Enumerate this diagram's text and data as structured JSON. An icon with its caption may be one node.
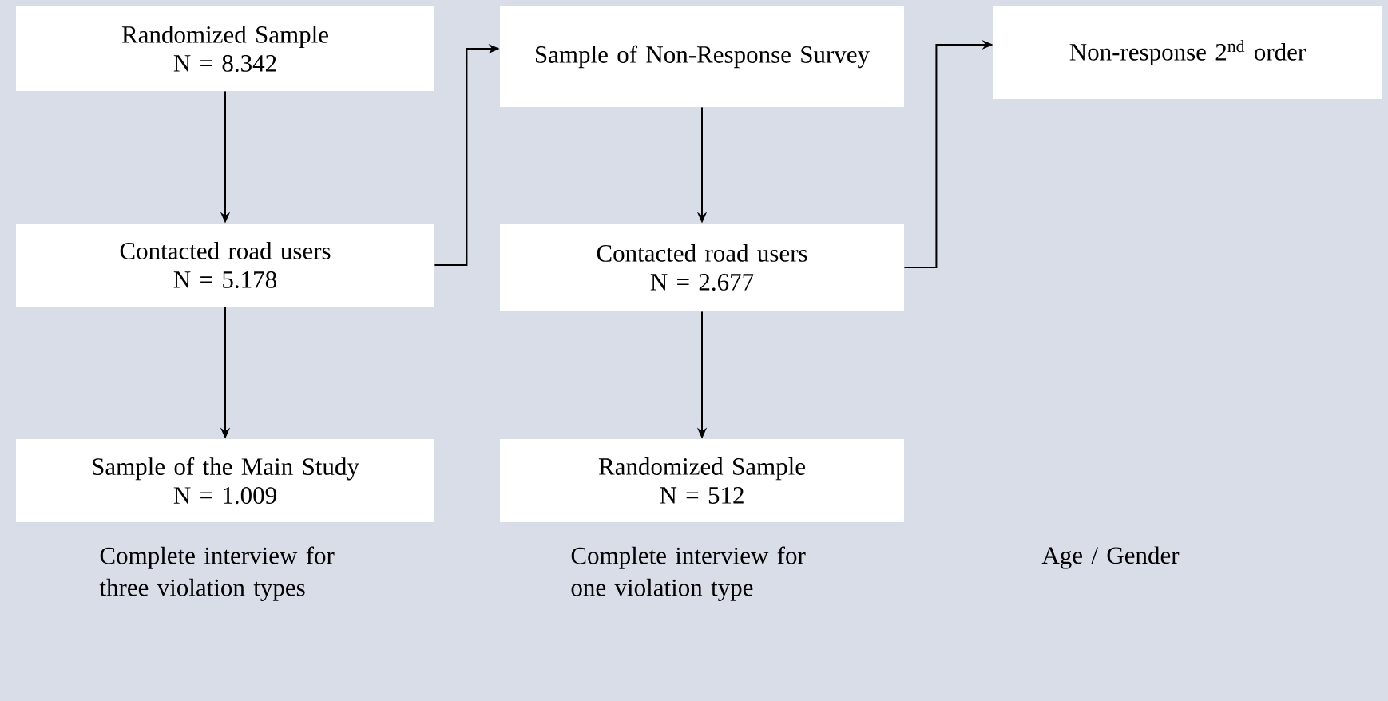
{
  "diagram": {
    "nodes": [
      {
        "text": [
          "Randomized Sample",
          "N = 8.342"
        ]
      },
      {
        "text": [
          "Contacted road users",
          "N = 5.178"
        ]
      },
      {
        "text": [
          "Sample of the Main Study",
          "N = 1.009"
        ]
      },
      {
        "text": [
          "Sample of Non-Response Survey"
        ]
      },
      {
        "text": [
          "Contacted road users",
          "N = 2.677"
        ]
      },
      {
        "text": [
          "Randomized Sample",
          "N = 512"
        ]
      },
      {
        "text": [
          "Non-response 2$^{nd}$ order"
        ]
      }
    ],
    "edges": [
      {
        "from": 0,
        "to": 1,
        "arrow": "to"
      },
      {
        "from": 1,
        "to": 2,
        "arrow": "to"
      },
      {
        "from": 1,
        "to": 3,
        "arrow": "to"
      },
      {
        "from": 3,
        "to": 4,
        "arrow": "to"
      },
      {
        "from": 4,
        "to": 5,
        "arrow": "to"
      },
      {
        "from": 4,
        "to": 6,
        "arrow": "to"
      }
    ],
    "labels": [
      "Complete interview for three violation types",
      "Complete interview for one violation type",
      "Age / Gender"
    ]
  }
}
